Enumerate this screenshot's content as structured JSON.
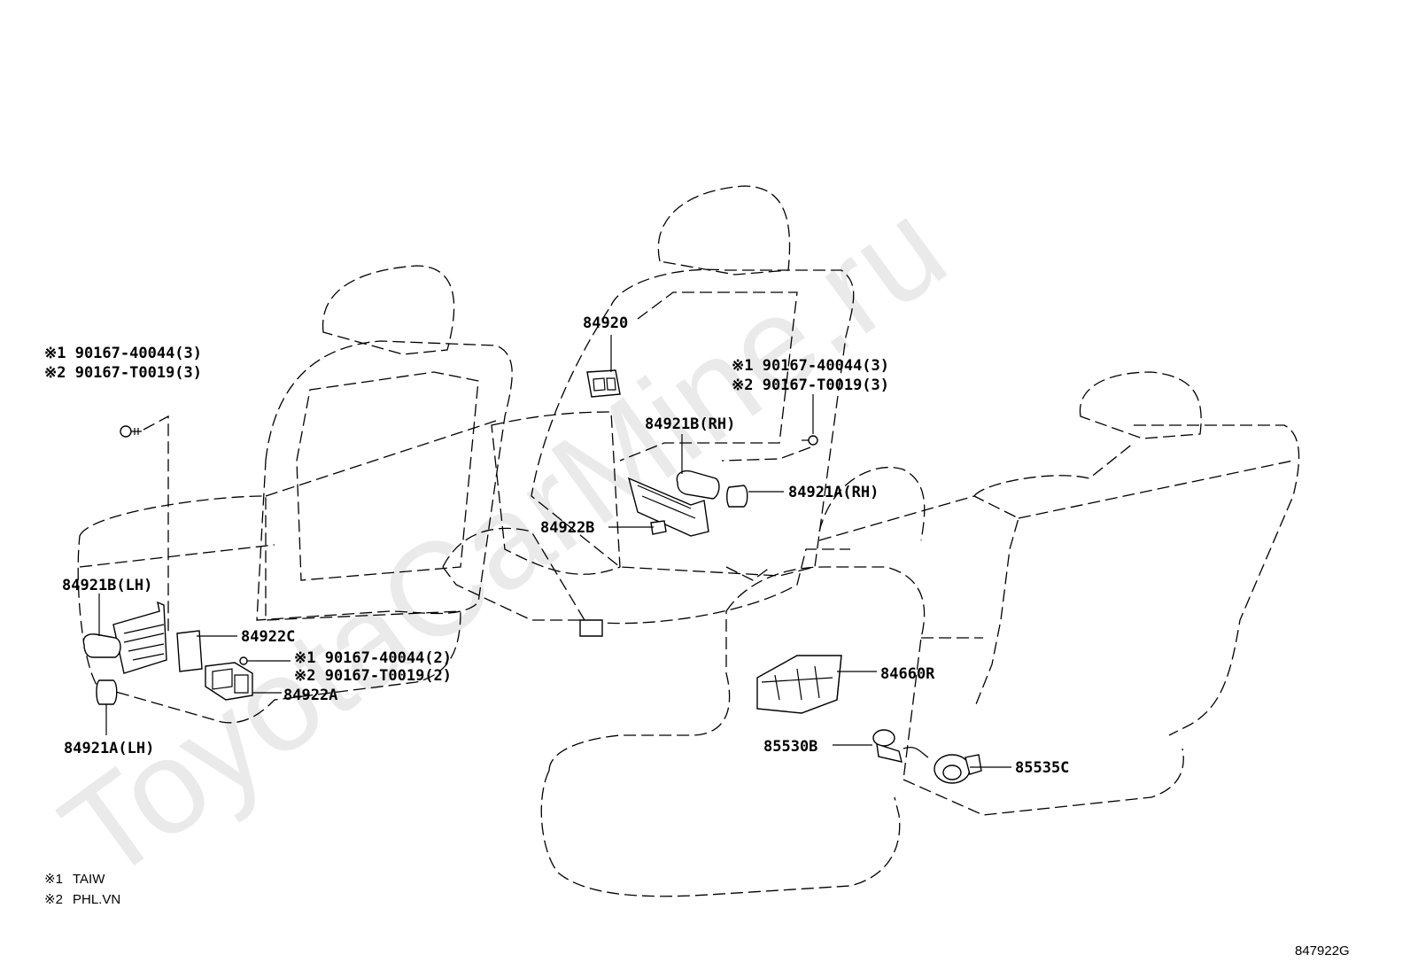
{
  "watermark": "ToyotaCarMine.ru",
  "drawing_number": "847922G",
  "legend": [
    {
      "mark": "※1",
      "text": "TAIW"
    },
    {
      "mark": "※2",
      "text": "PHL.VN"
    }
  ],
  "callouts": {
    "bolt_left_1": "※1 90167-40044(3)",
    "bolt_left_2": "※2 90167-T0019(3)",
    "switch_84920": "84920",
    "bolt_mid_1": "※1 90167-40044(3)",
    "bolt_mid_2": "※2 90167-T0019(3)",
    "cover_84921b_rh": "84921B(RH)",
    "knob_84921a_rh": "84921A(RH)",
    "bracket_84922b": "84922B",
    "cover_84921b_lh": "84921B(LH)",
    "bracket_84922c": "84922C",
    "screw_1": "※1 90167-40044(2)",
    "screw_2": "※2 90167-T0019(2)",
    "switch_84922a": "84922A",
    "knob_84921a_lh": "84921A(LH)",
    "switch_84660r": "84660R",
    "socket_85530b": "85530B",
    "socket_85535c": "85535C"
  }
}
